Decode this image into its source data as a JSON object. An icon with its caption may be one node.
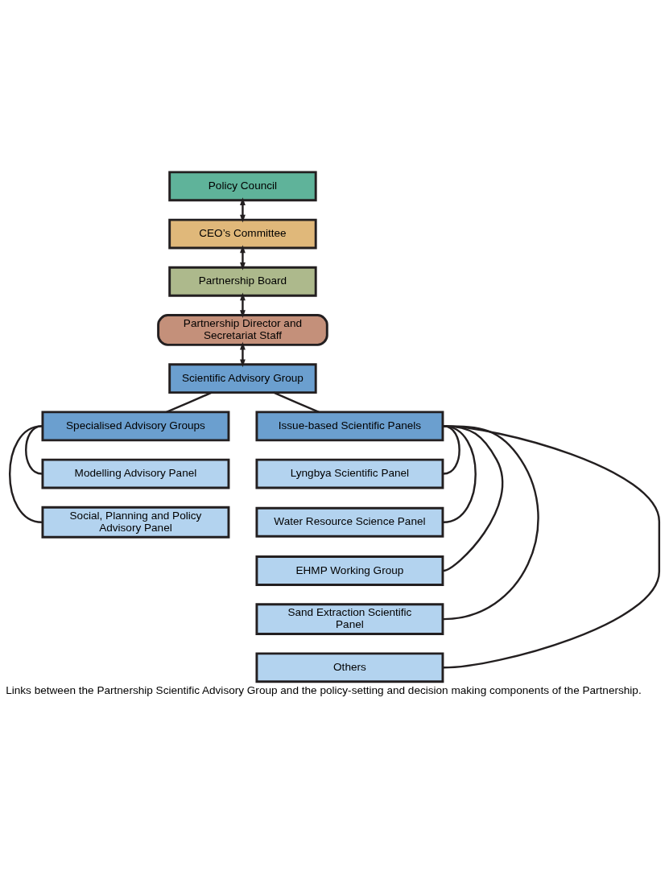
{
  "diagram": {
    "caption": "Links between the Partnership Scientific Advisory Group and the policy-setting and decision making components of the Partnership.",
    "nodes": [
      {
        "text": [
          "Policy Council"
        ]
      },
      {
        "text": [
          "CEO’s Committee"
        ]
      },
      {
        "text": [
          "Partnership Board"
        ]
      },
      {
        "text": [
          "Partnership Director and Secretariat Staff"
        ]
      },
      {
        "text": [
          "Scientific Advisory Group"
        ]
      },
      {
        "text": [
          "Specialised Advisory Groups"
        ]
      },
      {
        "text": [
          "Modelling Advisory Panel"
        ]
      },
      {
        "text": [
          "Social, Planning and Policy Advisory Panel"
        ]
      },
      {
        "text": [
          "Issue-based Scientific Panels"
        ]
      },
      {
        "text": [
          "Lyngbya Scientific Panel"
        ]
      },
      {
        "text": [
          "Water Resource Science Panel"
        ]
      },
      {
        "text": [
          "EHMP Working Group"
        ]
      },
      {
        "text": [
          "Sand Extraction Scientific Panel"
        ]
      },
      {
        "text": [
          "Others"
        ]
      }
    ],
    "edges": [
      {
        "from": 0,
        "to": 1,
        "arrow": "both"
      },
      {
        "from": 1,
        "to": 2,
        "arrow": "both"
      },
      {
        "from": 2,
        "to": 3,
        "arrow": "both"
      },
      {
        "from": 3,
        "to": 4,
        "arrow": "both"
      },
      {
        "from": 4,
        "to": 5,
        "arrow": "none"
      },
      {
        "from": 4,
        "to": 8,
        "arrow": "none"
      },
      {
        "from": 5,
        "to": 6,
        "arrow": "none"
      },
      {
        "from": 5,
        "to": 7,
        "arrow": "none"
      },
      {
        "from": 8,
        "to": 9,
        "arrow": "none"
      },
      {
        "from": 8,
        "to": 10,
        "arrow": "none"
      },
      {
        "from": 8,
        "to": 11,
        "arrow": "none"
      },
      {
        "from": 8,
        "to": 12,
        "arrow": "none"
      },
      {
        "from": 8,
        "to": 13,
        "arrow": "none"
      }
    ]
  }
}
